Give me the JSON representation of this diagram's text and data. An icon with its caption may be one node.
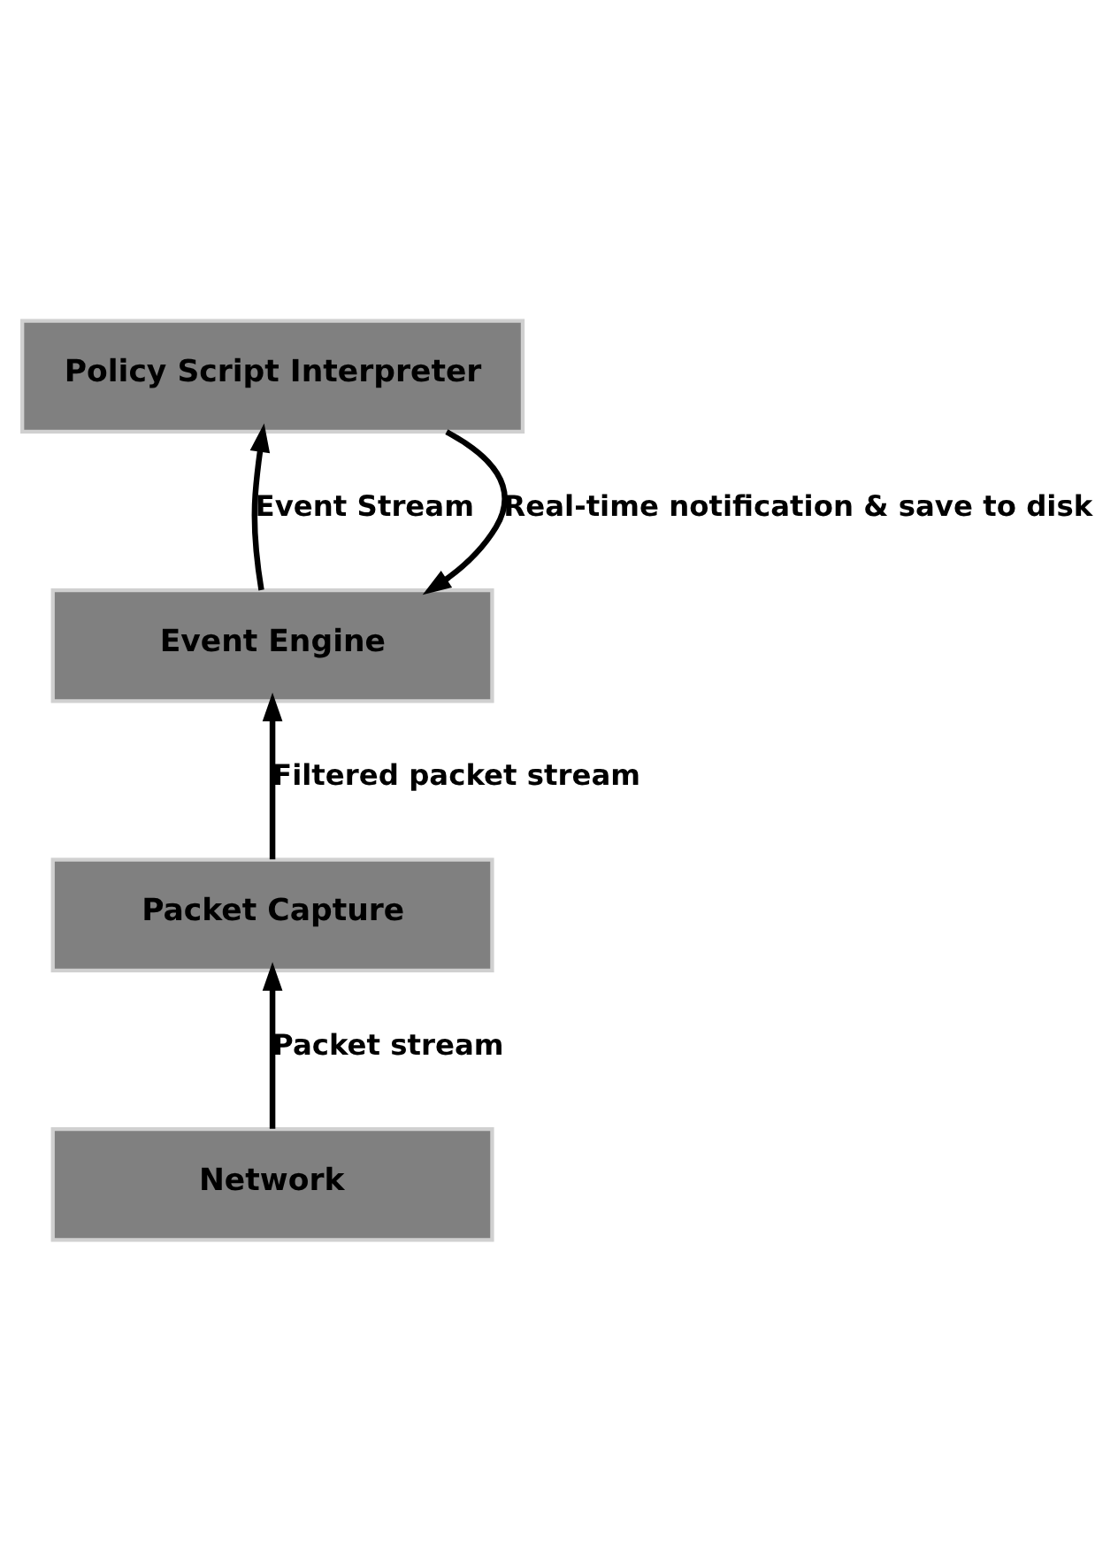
{
  "diagram": {
    "nodes": [
      {
        "text": [
          "Policy Script Interpreter"
        ]
      },
      {
        "text": [
          "Event Engine"
        ]
      },
      {
        "text": [
          "Packet Capture"
        ]
      },
      {
        "text": [
          "Network"
        ]
      }
    ],
    "edges": [
      {
        "from": 0,
        "to": 1,
        "arrow": "to",
        "label": "Real-time notification & save to disk"
      },
      {
        "from": 1,
        "to": 0,
        "arrow": "to",
        "label": "Event Stream"
      },
      {
        "from": 2,
        "to": 1,
        "arrow": "to",
        "label": "Filtered packet stream"
      },
      {
        "from": 3,
        "to": 2,
        "arrow": "to",
        "label": "Packet stream"
      }
    ]
  }
}
